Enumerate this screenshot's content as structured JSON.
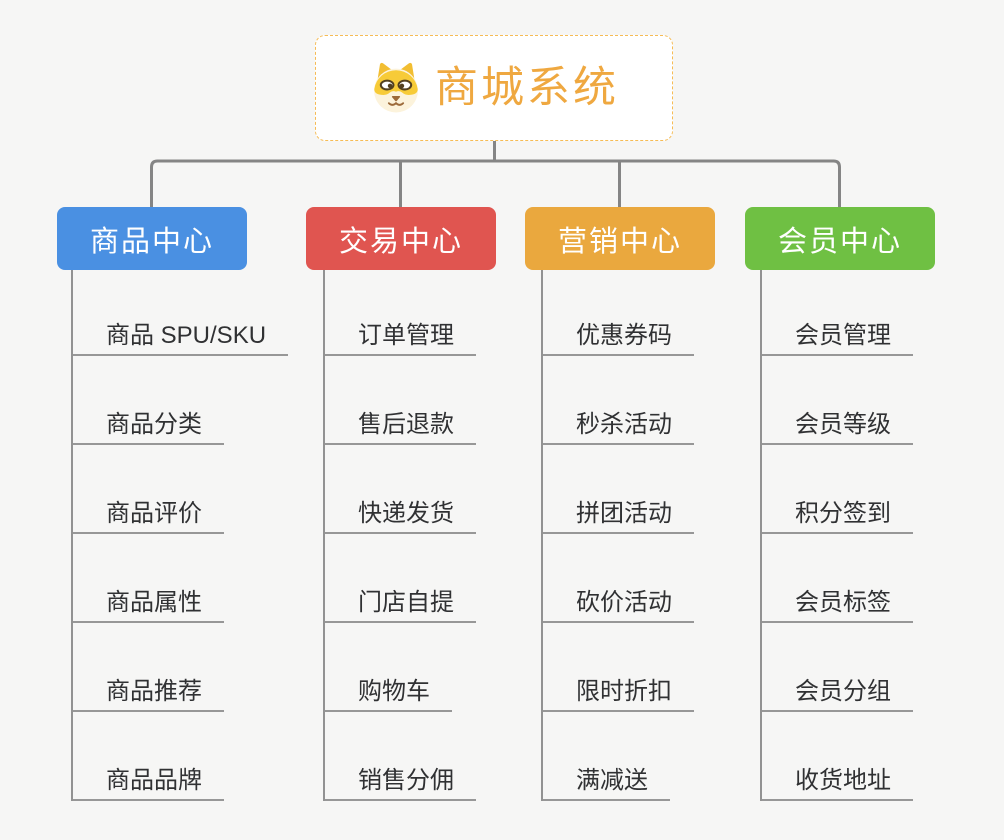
{
  "root": {
    "title": "商城系统",
    "icon": "shiba-dog-face"
  },
  "branches": [
    {
      "label": "商品中心",
      "color": "#4A90E2",
      "items": [
        "商品 SPU/SKU",
        "商品分类",
        "商品评价",
        "商品属性",
        "商品推荐",
        "商品品牌"
      ]
    },
    {
      "label": "交易中心",
      "color": "#E05550",
      "items": [
        "订单管理",
        "售后退款",
        "快递发货",
        "门店自提",
        "购物车",
        "销售分佣"
      ]
    },
    {
      "label": "营销中心",
      "color": "#EAA83E",
      "items": [
        "优惠券码",
        "秒杀活动",
        "拼团活动",
        "砍价活动",
        "限时折扣",
        "满减送"
      ]
    },
    {
      "label": "会员中心",
      "color": "#6FC043",
      "items": [
        "会员管理",
        "会员等级",
        "积分签到",
        "会员标签",
        "会员分组",
        "收货地址"
      ]
    }
  ],
  "palette": {
    "background": "#F6F6F5",
    "connector_line": "#858585",
    "leaf_line": "#979797",
    "leaf_text": "#303133",
    "root_text": "#EFA840",
    "root_border": "#F6BC55",
    "header_text": "#FFFFFF"
  }
}
